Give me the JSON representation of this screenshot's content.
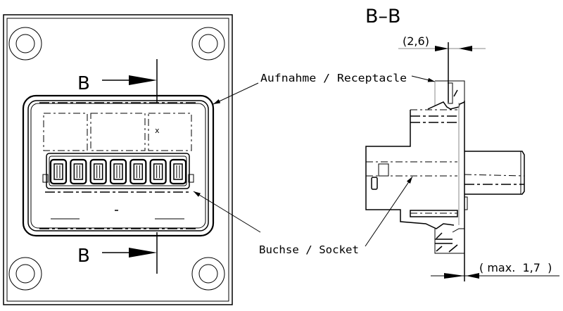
{
  "drawing": {
    "front_view": {
      "section_marker_top": "B",
      "section_marker_bottom": "B",
      "contact_count": 7,
      "marking": "x"
    },
    "section_view": {
      "title": "B–B",
      "dimension_top": "(2,6)",
      "dimension_bottom": "( max.  1,7  )"
    },
    "callouts": {
      "receptacle": "Aufnahme / Receptacle",
      "socket": "Buchse / Socket"
    }
  }
}
